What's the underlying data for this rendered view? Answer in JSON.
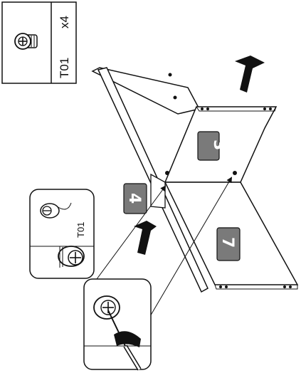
{
  "parts_box": {
    "part_code": "T01",
    "quantity": "x4",
    "icon": "cam-lock-fitting-icon"
  },
  "panels": {
    "panel_3": "3",
    "panel_4": "4",
    "panel_7": "7"
  },
  "detail_callout": {
    "part_code": "T01",
    "icon": "cam-lock-detail-icon"
  },
  "screwdriver_callout": {
    "icon": "screwdriver-icon"
  },
  "arrows": {
    "push_arrow_icon": "push-arrow-icon"
  },
  "colors": {
    "stroke": "#111111",
    "number_badge": "#7a7a7a",
    "panel_fill": "#ffffff"
  }
}
